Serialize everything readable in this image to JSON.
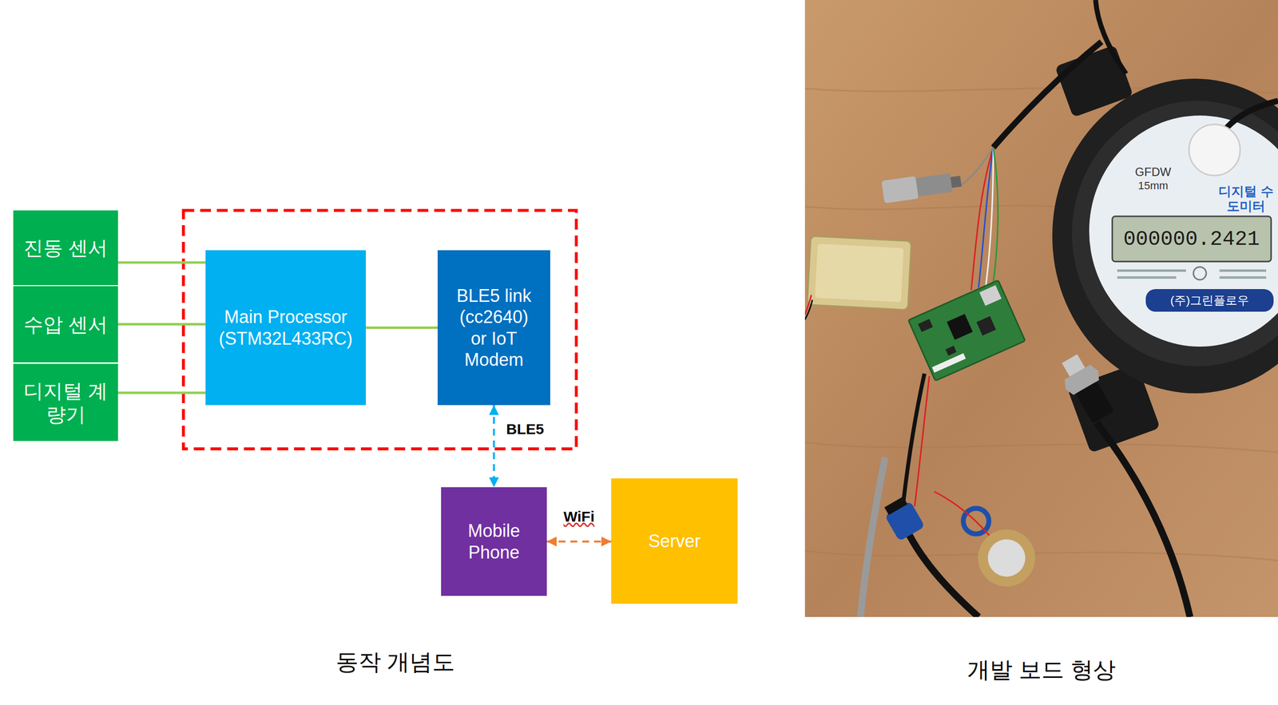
{
  "diagram": {
    "nodes": [
      {
        "text": [
          "진동 센서"
        ]
      },
      {
        "text": [
          "수압 센서"
        ]
      },
      {
        "text": [
          "디지털 계량기"
        ]
      },
      {
        "text": [
          "Main Processor (STM32L433RC)"
        ]
      },
      {
        "text": [
          "BLE5 link (cc2640) or IoT Modem"
        ]
      },
      {
        "text": [
          "Mobile Phone"
        ]
      },
      {
        "text": [
          "Server"
        ]
      }
    ],
    "edges": [
      {
        "from": 0,
        "to": 3,
        "arrow": "none"
      },
      {
        "from": 1,
        "to": 3,
        "arrow": "none"
      },
      {
        "from": 2,
        "to": 3,
        "arrow": "none"
      },
      {
        "from": 3,
        "to": 4,
        "arrow": "none"
      },
      {
        "from": 4,
        "to": 5,
        "arrow": "both",
        "label": "BLE5"
      },
      {
        "from": 5,
        "to": 6,
        "arrow": "both",
        "label": "WiFi"
      }
    ],
    "labels": [
      "GFDW",
      "15mm",
      "디지털 수도미터",
      "000000.2421",
      "(주)그린플로우",
      "동작 개념도",
      "개발 보드 형상"
    ]
  }
}
